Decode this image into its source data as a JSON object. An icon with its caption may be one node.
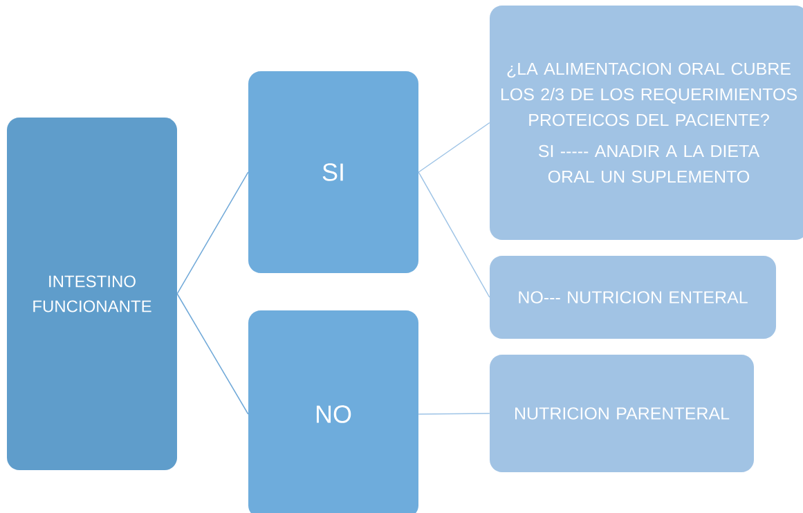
{
  "diagram": {
    "nodes": [
      {
        "text": [
          "INTESTINO FUNCIONANTE"
        ]
      },
      {
        "text": [
          "SI"
        ]
      },
      {
        "text": [
          "NO"
        ]
      },
      {
        "text": [
          "¿LA ALIMENTACION ORAL CUBRE LOS 2/3 DE LOS REQUERIMIENTOS PROTEICOS DEL PACIENTE?",
          "SI -----    ANADIR A LA DIETA ORAL UN SUPLEMENTO"
        ]
      },
      {
        "text": [
          "NO---  NUTRICION ENTERAL"
        ]
      },
      {
        "text": [
          "NUTRICION PARENTERAL"
        ]
      }
    ],
    "edges": [
      {
        "from": 0,
        "to": 1,
        "arrow": "none",
        "color": "#6fa8d8"
      },
      {
        "from": 0,
        "to": 2,
        "arrow": "none",
        "color": "#6fa8d8"
      },
      {
        "from": 1,
        "to": 3,
        "arrow": "none"
      },
      {
        "from": 1,
        "to": 4,
        "arrow": "none"
      },
      {
        "from": 2,
        "to": 5,
        "arrow": "none"
      }
    ]
  }
}
